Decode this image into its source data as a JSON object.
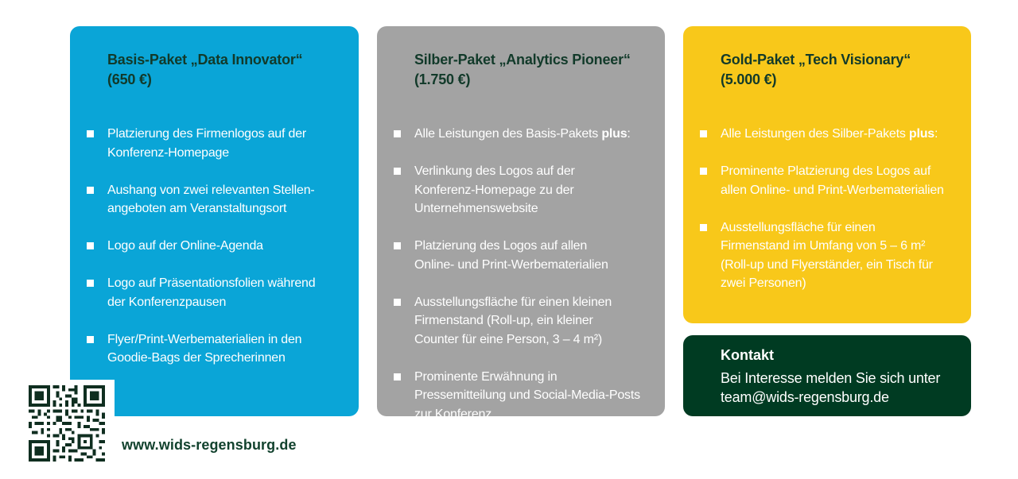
{
  "packages": [
    {
      "title_line1": "Basis-Paket „Data Innovator“",
      "title_line2": "(650 €)",
      "items": [
        {
          "text": "Platzierung des Firmenlogos auf der Konferenz-Homepage"
        },
        {
          "text": "Aushang von zwei relevanten Stellen-angeboten am Veranstaltungsort"
        },
        {
          "text": "Logo auf der Online-Agenda"
        },
        {
          "text": "Logo auf Präsentationsfolien während der Konferenzpausen"
        },
        {
          "text": "Flyer/Print-Werbematerialien in den Goodie-Bags der Sprecherinnen"
        }
      ]
    },
    {
      "title_line1": "Silber-Paket „Analytics Pioneer“",
      "title_line2": "(1.750 €)",
      "items": [
        {
          "text": "Alle Leistungen des Basis-Pakets ",
          "bold": "plus",
          "after": ":"
        },
        {
          "text": "Verlinkung des Logos auf der Konferenz-Homepage zu der Unternehmenswebsite"
        },
        {
          "text": "Platzierung des Logos auf allen Online- und Print-Werbematerialien"
        },
        {
          "text": "Ausstellungsfläche für einen kleinen Firmenstand (Roll-up, ein kleiner Counter für eine Person, 3 – 4 m²)"
        },
        {
          "text": "Prominente Erwähnung in Pressemitteilung und Social-Media-Posts zur Konferenz"
        }
      ]
    },
    {
      "title_line1": "Gold-Paket „Tech Visionary“",
      "title_line2": "(5.000 €)",
      "items": [
        {
          "text": "Alle Leistungen des Silber-Pakets ",
          "bold": "plus",
          "after": ":"
        },
        {
          "text": "Prominente Platzierung des Logos auf allen Online- und Print-Werbematerialien"
        },
        {
          "text": "Ausstellungsfläche für einen Firmenstand im Umfang von 5 – 6 m² (Roll-up und Flyerständer, ein Tisch für zwei Personen)"
        }
      ]
    }
  ],
  "kontakt": {
    "title": "Kontakt",
    "line1": "Bei Interesse melden Sie sich unter",
    "line2": "team@wids-regensburg.de"
  },
  "website": "www.wids-regensburg.de",
  "colors": {
    "basis": "#0aa5d7",
    "silber": "#a3a3a3",
    "gold": "#f8c81a",
    "kontakt": "#003b22"
  }
}
